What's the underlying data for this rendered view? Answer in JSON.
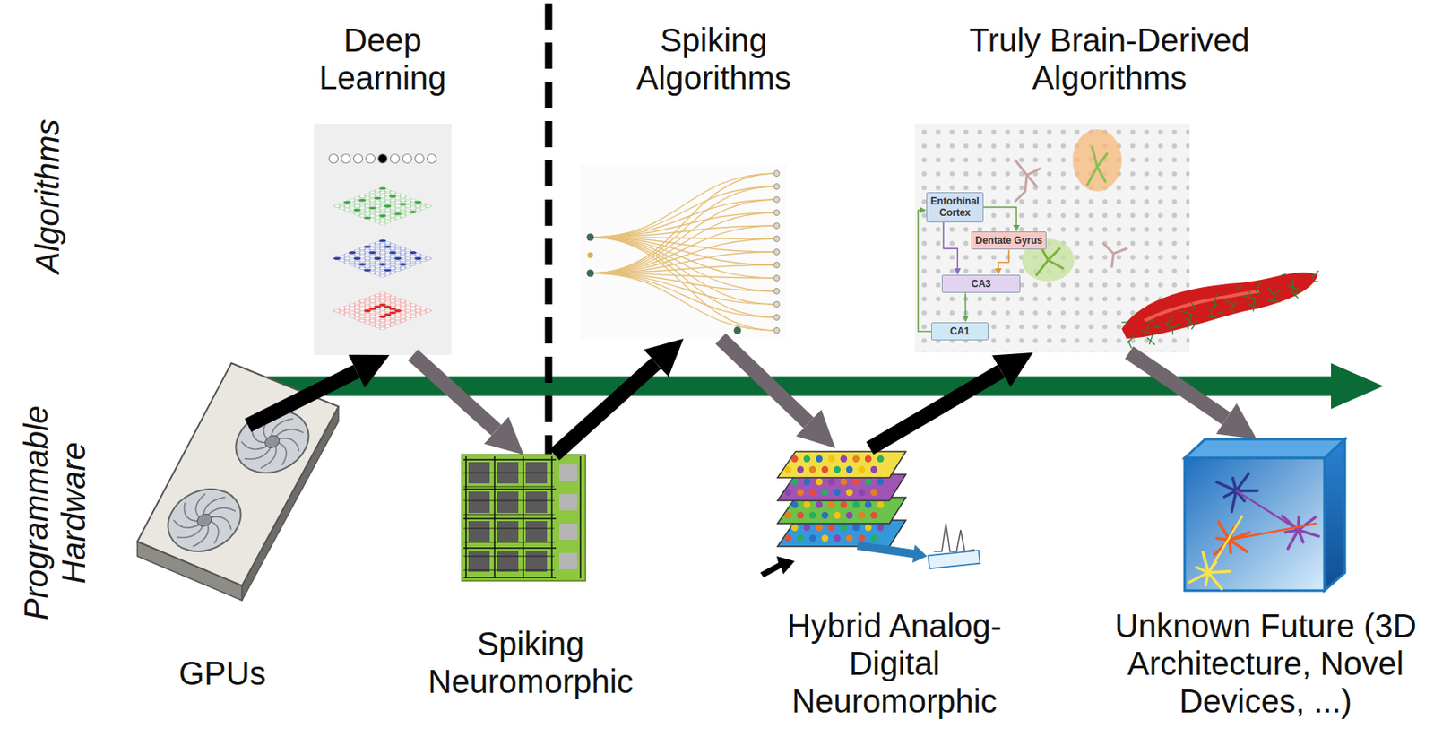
{
  "diagram": {
    "nodes": [
      {
        "text": [
          "Deep Learning"
        ]
      },
      {
        "text": [
          "Spiking Algorithms"
        ]
      },
      {
        "text": [
          "Truly Brain-Derived Algorithms"
        ]
      },
      {
        "text": [
          "Entorhinal Cortex"
        ],
        "in": 2
      },
      {
        "text": [
          "Dentate Gyrus"
        ],
        "in": 2
      },
      {
        "text": [
          "CA3"
        ],
        "in": 2
      },
      {
        "text": [
          "CA1"
        ],
        "in": 2
      },
      {
        "text": [
          "GPUs"
        ]
      },
      {
        "text": [
          "Spiking Neuromorphic"
        ]
      },
      {
        "text": [
          "Hybrid Analog-Digital Neuromorphic"
        ]
      },
      {
        "text": [
          "Unknown Future (3D Architecture, Novel Devices, ...)"
        ]
      }
    ],
    "edges": [
      {
        "from": 7,
        "to": 0,
        "arrow": "to"
      },
      {
        "from": 0,
        "to": 8,
        "arrow": "to"
      },
      {
        "from": 8,
        "to": 1,
        "arrow": "to"
      },
      {
        "from": 1,
        "to": 9,
        "arrow": "to"
      },
      {
        "from": 9,
        "to": 2,
        "arrow": "to"
      },
      {
        "from": 2,
        "to": 10,
        "arrow": "to"
      },
      {
        "from": 3,
        "to": 4,
        "arrow": "to"
      },
      {
        "from": 4,
        "to": 5,
        "arrow": "to"
      },
      {
        "from": 3,
        "to": 5,
        "arrow": "to"
      },
      {
        "from": 5,
        "to": 6,
        "arrow": "to"
      },
      {
        "from": 6,
        "to": 3,
        "arrow": "to"
      }
    ],
    "labels": [
      "Algorithms",
      "Programmable Hardware"
    ]
  }
}
